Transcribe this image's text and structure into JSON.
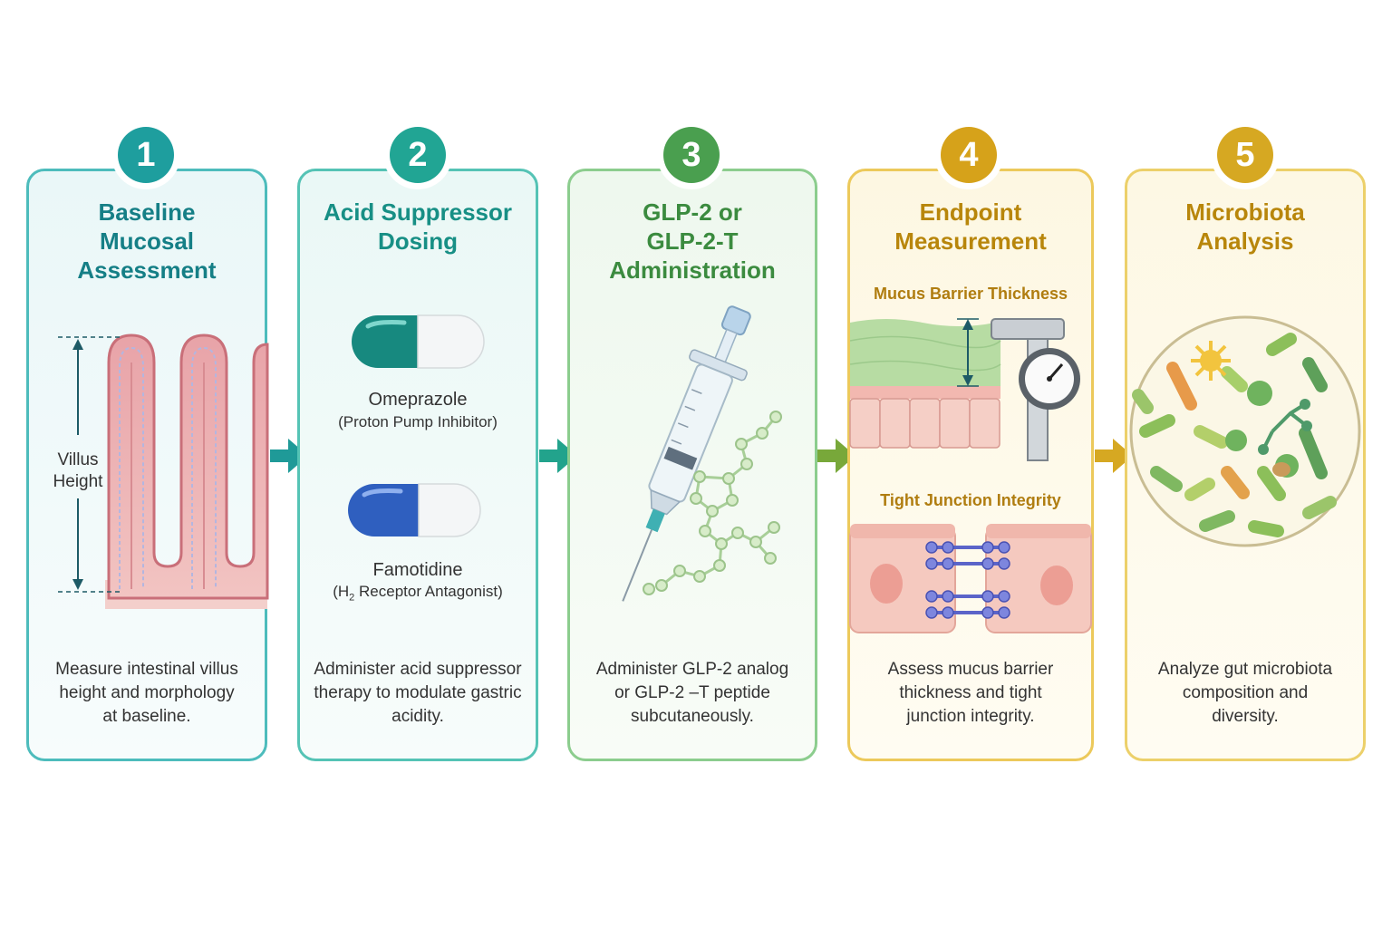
{
  "colors": {
    "step1": "#1e9e9e",
    "step2": "#21a594",
    "step3": "#4a9f4f",
    "step4": "#d6a21a",
    "step5": "#d6a822",
    "title1": "#157f86",
    "title2": "#178f85",
    "title3": "#3b8b3f",
    "title4": "#b8860b",
    "title5": "#b8860b"
  },
  "steps": [
    {
      "number": "1",
      "title": [
        "Baseline",
        "Mucosal",
        "Assessment"
      ],
      "figure_label": [
        "Villus",
        "Height"
      ],
      "description": [
        "Measure intestinal villus",
        "height and morphology",
        "at baseline."
      ]
    },
    {
      "number": "2",
      "title": [
        "Acid Suppressor",
        "Dosing"
      ],
      "drugs": [
        {
          "name": "Omeprazole",
          "class": "(Proton Pump Inhibitor)"
        },
        {
          "name": "Famotidine",
          "class_prefix": "(H",
          "class_sub": "2",
          "class_suffix": " Receptor Antagonist)"
        }
      ],
      "description": [
        "Administer acid suppressor",
        "therapy to modulate gastric",
        "acidity."
      ]
    },
    {
      "number": "3",
      "title": [
        "GLP-2 or",
        "GLP-2-T",
        "Administration"
      ],
      "description": [
        "Administer GLP-2 analog",
        "or GLP-2 –T peptide",
        "subcutaneously."
      ]
    },
    {
      "number": "4",
      "title": [
        "Endpoint",
        "Measurement"
      ],
      "subtitles": [
        "Mucus Barrier Thickness",
        "Tight Junction Integrity"
      ],
      "description": [
        "Assess mucus barrier",
        "thickness and tight",
        "junction integrity."
      ]
    },
    {
      "number": "5",
      "title": [
        "Microbiota",
        "Analysis"
      ],
      "description": [
        "Analyze gut microbiota",
        "composition and",
        "diversity."
      ]
    }
  ],
  "icons": [
    "villus-illustration",
    "capsule-icon",
    "syringe-icon",
    "molecule-icon",
    "caliper-icon",
    "tight-junction-illustration",
    "bacteria-icon",
    "arrow-right-icon"
  ]
}
